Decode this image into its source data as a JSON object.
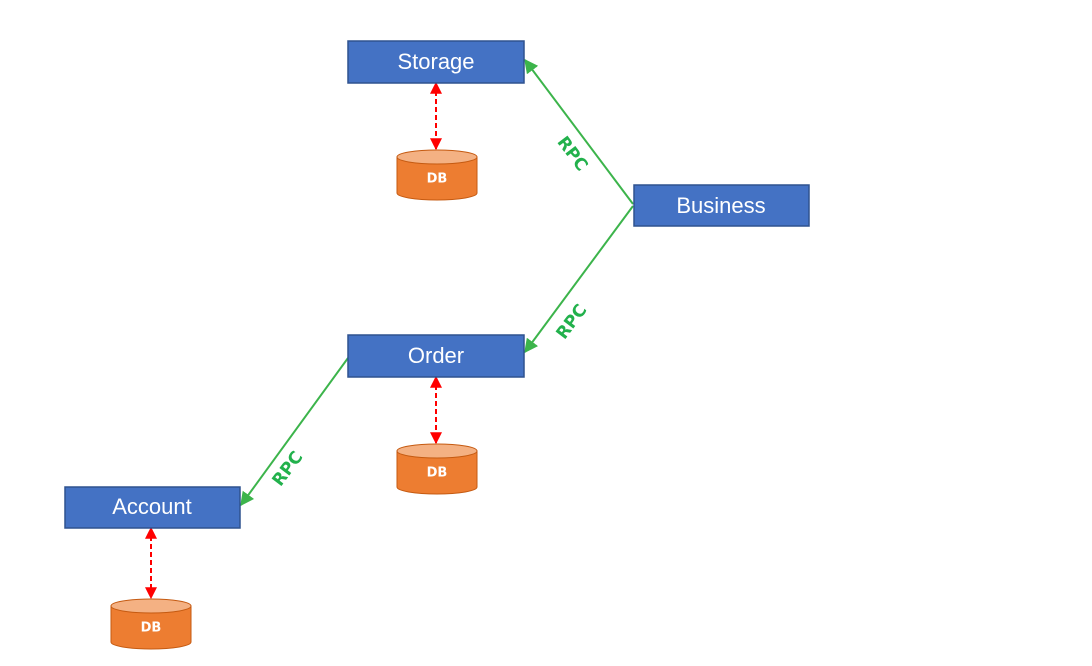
{
  "colors": {
    "service_fill": "#4472c4",
    "service_stroke": "#2f528f",
    "db_fill": "#ed7d31",
    "db_stroke": "#c55a11",
    "db_top": "#f4b183",
    "rpc_line": "#3cb44b",
    "rpc_text": "#22b14c",
    "db_link": "#ff0000"
  },
  "services": {
    "storage": {
      "label": "Storage"
    },
    "business": {
      "label": "Business"
    },
    "order": {
      "label": "Order"
    },
    "account": {
      "label": "Account"
    }
  },
  "databases": {
    "storage_db": {
      "label": "DB"
    },
    "order_db": {
      "label": "DB"
    },
    "account_db": {
      "label": "DB"
    }
  },
  "connections": [
    {
      "from": "Business",
      "to": "Storage",
      "label": "RPC"
    },
    {
      "from": "Business",
      "to": "Order",
      "label": "RPC"
    },
    {
      "from": "Order",
      "to": "Account",
      "label": "RPC"
    }
  ]
}
